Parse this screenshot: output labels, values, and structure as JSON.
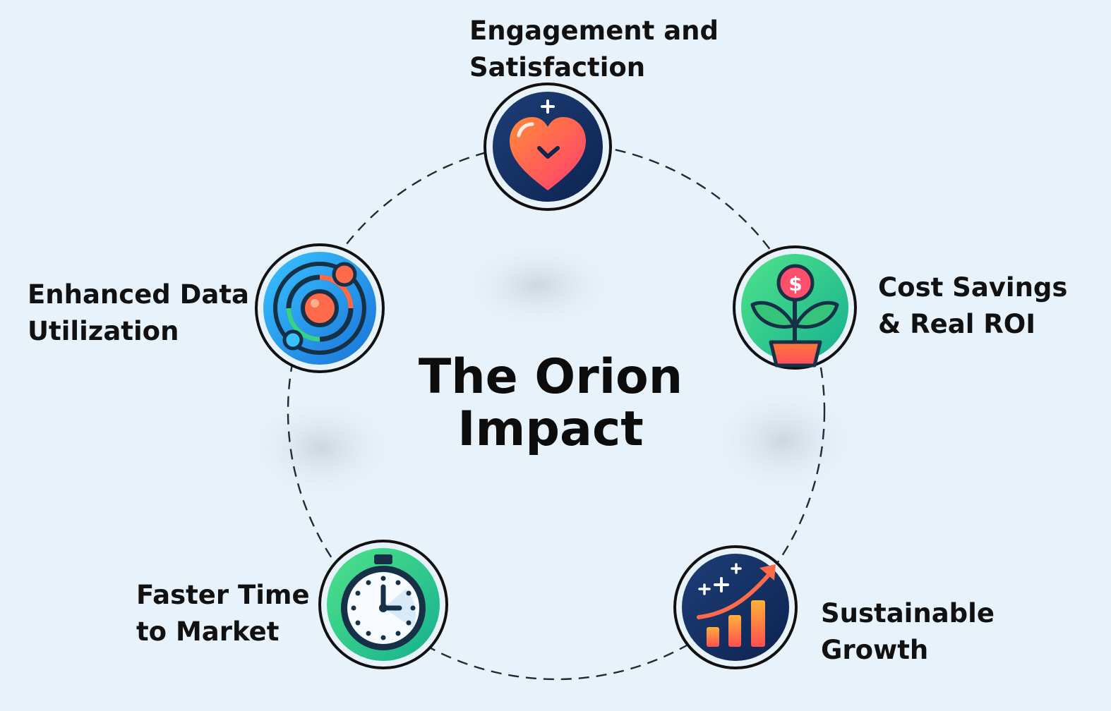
{
  "title": {
    "line1": "The Orion",
    "line2": "Impact"
  },
  "nodes": [
    {
      "key": "engagement",
      "icon": "heart-icon",
      "label_lines": [
        "Engagement and",
        "Satisfaction"
      ]
    },
    {
      "key": "cost-savings",
      "icon": "money-plant-icon",
      "label_lines": [
        "Cost Savings",
        "& Real ROI"
      ]
    },
    {
      "key": "sustainable-growth",
      "icon": "growth-chart-icon",
      "label_lines": [
        "Sustainable",
        "Growth"
      ]
    },
    {
      "key": "faster-time",
      "icon": "stopwatch-icon",
      "label_lines": [
        "Faster Time",
        "to Market"
      ]
    },
    {
      "key": "enhanced-data",
      "icon": "orbit-icon",
      "label_lines": [
        "Enhanced Data",
        "Utilization"
      ]
    }
  ],
  "colors": {
    "background": "#e8f2fb",
    "ring": "#1e2a3a",
    "navy": "#143166",
    "green": "#2fcf86",
    "blue": "#1fa6f0",
    "coral": "#f2584f",
    "orange": "#ff8a3a"
  }
}
